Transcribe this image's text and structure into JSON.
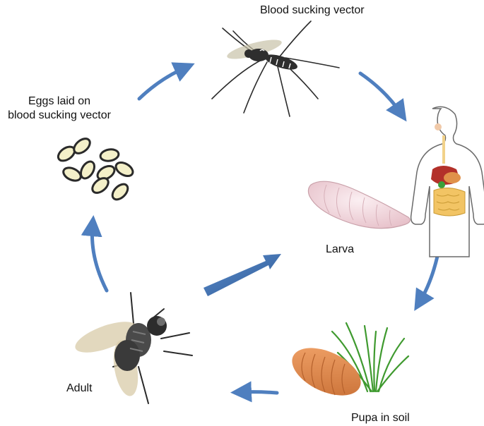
{
  "labels": {
    "blood_sucking_vector": "Blood sucking vector",
    "eggs_line1": "Eggs laid on",
    "eggs_line2": "blood sucking vector",
    "larva": "Larva",
    "pupa": "Pupa in soil",
    "adult": "Adult"
  },
  "icons": [
    "mosquito-icon",
    "human-digestive-icon",
    "larva-icon",
    "pupa-icon",
    "grass-icon",
    "fly-icon",
    "eggs-icon"
  ],
  "colors": {
    "arrow": "#4f7fbf",
    "arrow_dark": "#3a64a0",
    "larva": "#f3dadf",
    "pupa": "#e0905a",
    "grass": "#3f9a2f",
    "egg": "#f4f0c9",
    "fly": "#3b3b3b"
  }
}
